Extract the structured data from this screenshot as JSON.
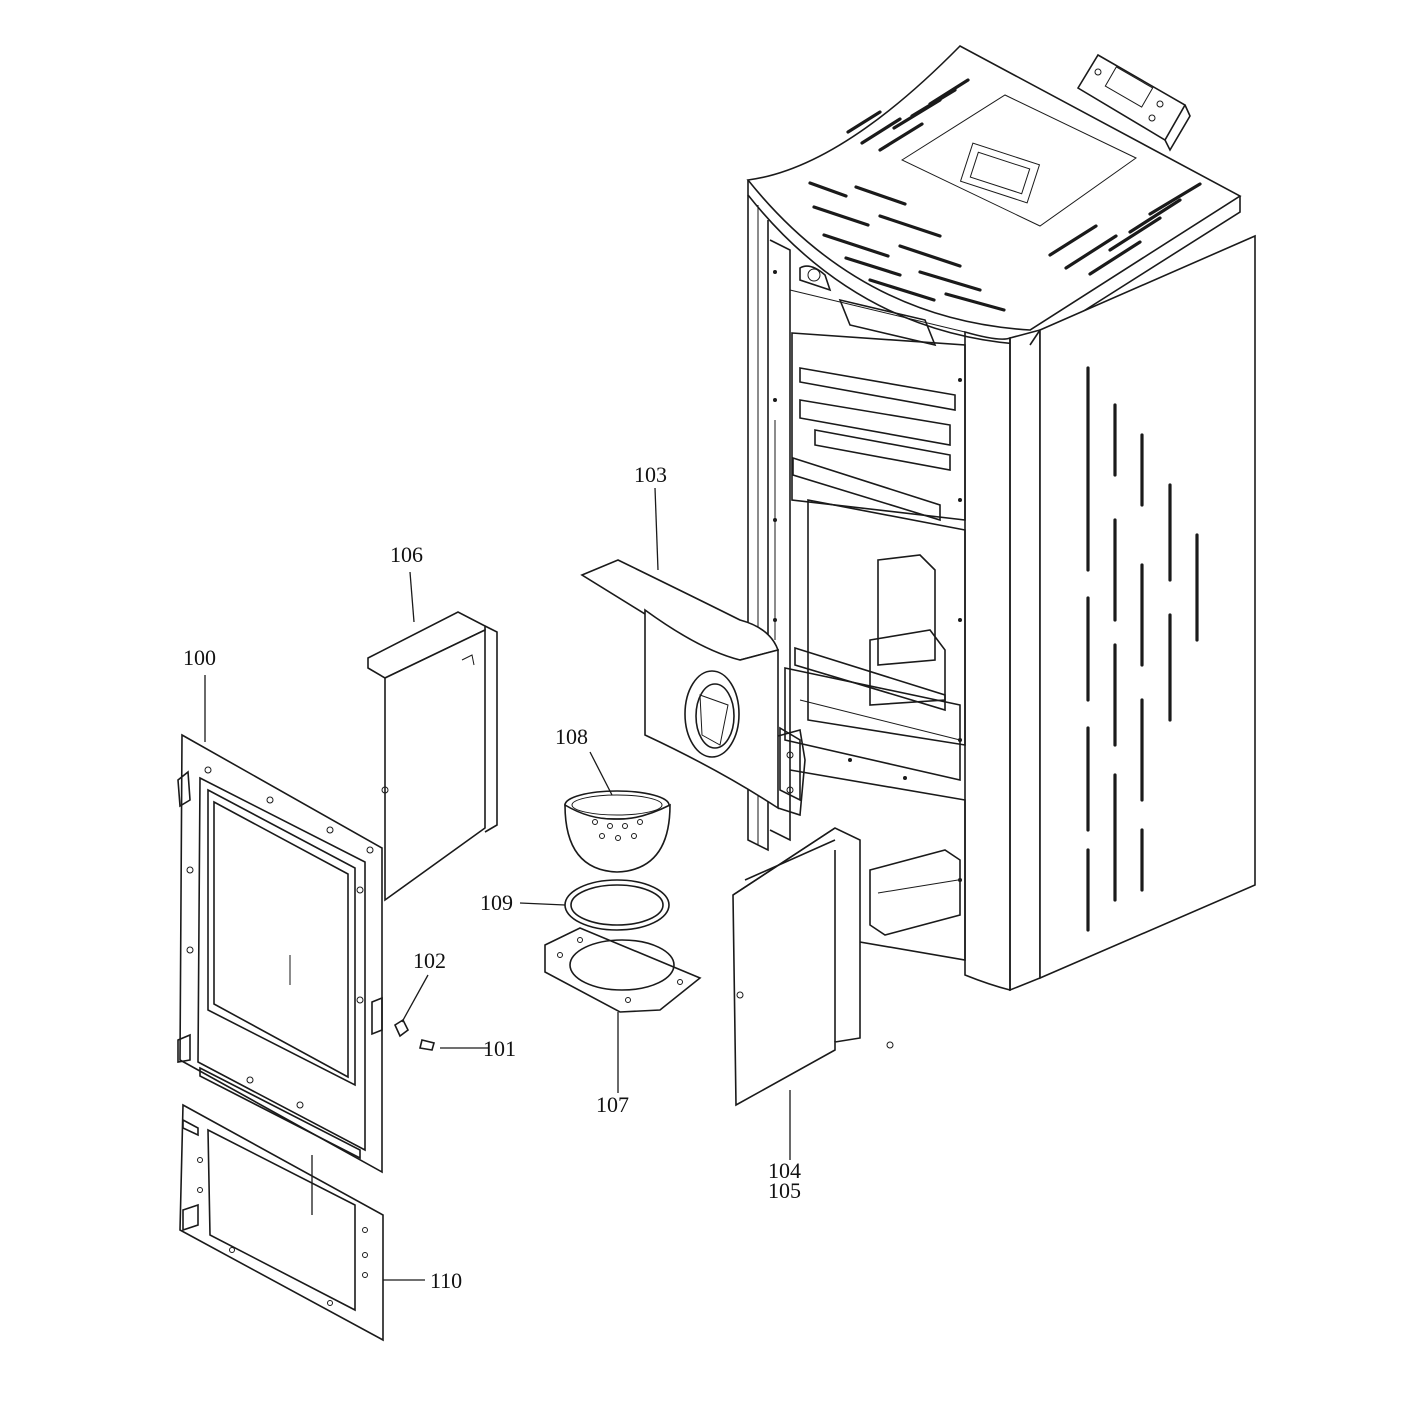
{
  "diagram": {
    "labels": {
      "p100": "100",
      "p101": "101",
      "p102": "102",
      "p103": "103",
      "p104": "104",
      "p105": "105",
      "p106": "106",
      "p107": "107",
      "p108": "108",
      "p109": "109",
      "p110": "110"
    },
    "line_color": "#1a1a1a",
    "background": "#ffffff"
  }
}
